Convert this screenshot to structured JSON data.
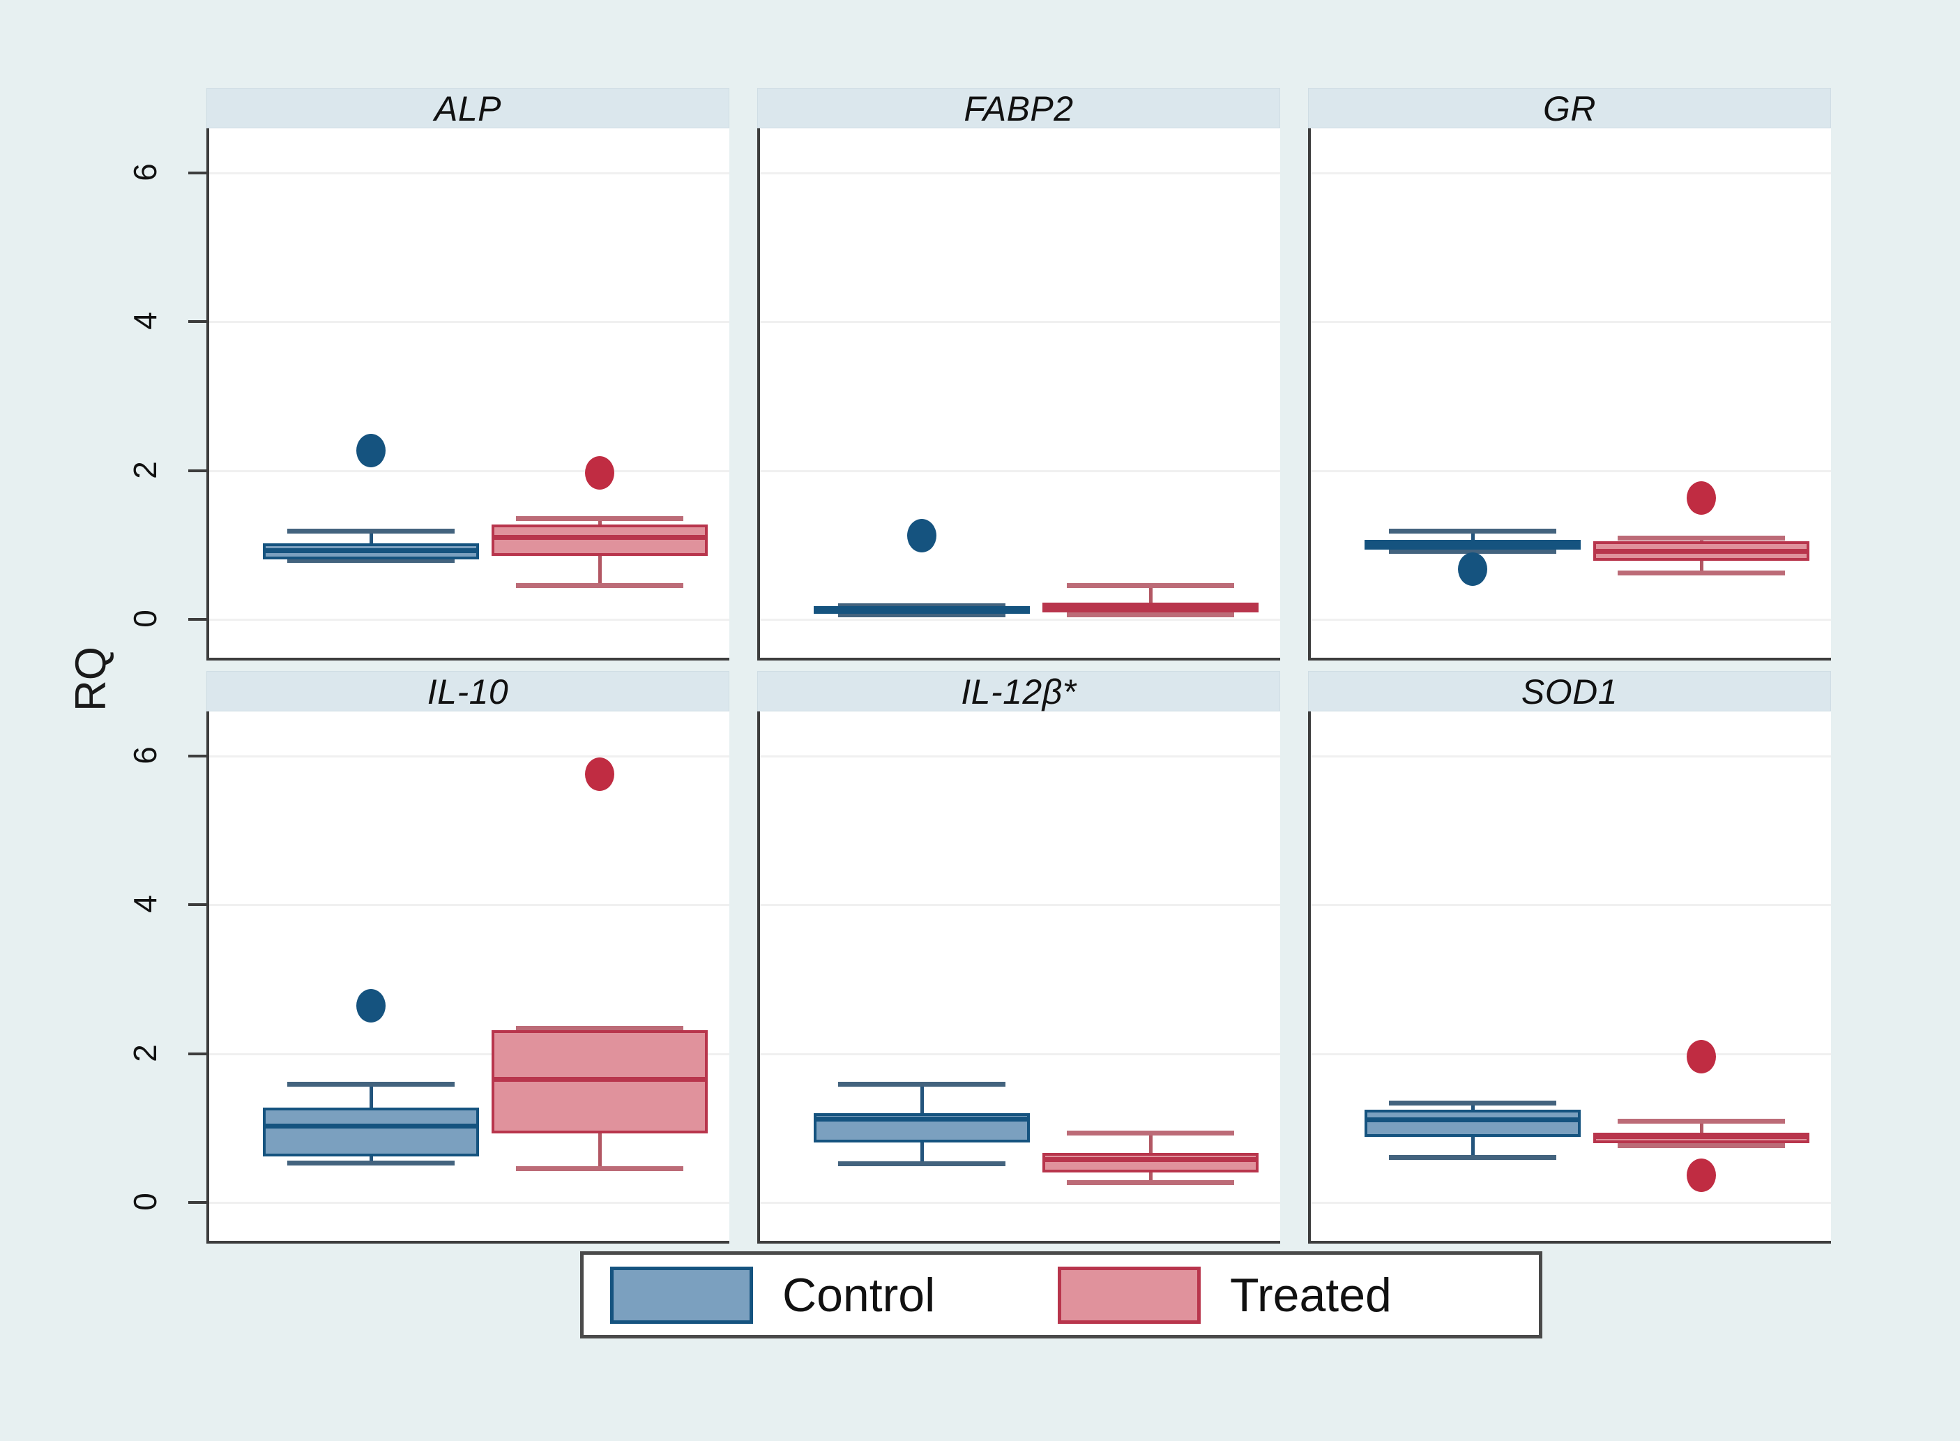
{
  "figure": {
    "background_color": "#e7f0f1",
    "y_axis_label": "RQ",
    "y_ticks": [
      0,
      2,
      4,
      6
    ],
    "y_limits": [
      -0.55,
      6.6
    ]
  },
  "legend": {
    "items": [
      {
        "label": "Control",
        "fill": "#7ba0bf",
        "stroke": "#15537f"
      },
      {
        "label": "Treated",
        "fill": "#e0929c",
        "stroke": "#b8354c"
      }
    ]
  },
  "chart_data": {
    "type": "box",
    "title": "",
    "xlabel": "",
    "ylabel": "RQ",
    "ylim": [
      -0.55,
      6.6
    ],
    "yticks": [
      0,
      2,
      4,
      6
    ],
    "grid": true,
    "legend_position": "bottom",
    "groups": [
      "Control",
      "Treated"
    ],
    "panels": [
      {
        "name": "ALP",
        "row": 0,
        "col": 0,
        "boxes": [
          {
            "group": "Control",
            "min": 0.8,
            "q1": 0.81,
            "median": 0.93,
            "q3": 1.02,
            "max": 1.19,
            "outliers": [
              2.29
            ]
          },
          {
            "group": "Treated",
            "min": 0.46,
            "q1": 0.86,
            "median": 1.11,
            "q3": 1.28,
            "max": 1.36,
            "outliers": [
              1.99
            ]
          }
        ]
      },
      {
        "name": "FABP2",
        "row": 0,
        "col": 1,
        "boxes": [
          {
            "group": "Control",
            "min": 0.07,
            "q1": 0.08,
            "median": 0.14,
            "q3": 0.18,
            "max": 0.19,
            "outliers": [
              1.15
            ]
          },
          {
            "group": "Treated",
            "min": 0.07,
            "q1": 0.1,
            "median": 0.17,
            "q3": 0.23,
            "max": 0.46,
            "outliers": []
          }
        ]
      },
      {
        "name": "GR",
        "row": 0,
        "col": 2,
        "boxes": [
          {
            "group": "Control",
            "min": 0.92,
            "q1": 0.94,
            "median": 1.01,
            "q3": 1.07,
            "max": 1.19,
            "outliers": [
              0.7
            ]
          },
          {
            "group": "Treated",
            "min": 0.63,
            "q1": 0.79,
            "median": 0.92,
            "q3": 1.05,
            "max": 1.1,
            "outliers": [
              1.65
            ]
          }
        ]
      },
      {
        "name": "IL-10",
        "row": 1,
        "col": 0,
        "boxes": [
          {
            "group": "Control",
            "min": 0.54,
            "q1": 0.62,
            "median": 1.03,
            "q3": 1.28,
            "max": 1.6,
            "outliers": [
              2.66
            ]
          },
          {
            "group": "Treated",
            "min": 0.46,
            "q1": 0.93,
            "median": 1.66,
            "q3": 2.32,
            "max": 2.35,
            "outliers": [
              5.78
            ]
          }
        ]
      },
      {
        "name": "IL-12β*",
        "row": 1,
        "col": 1,
        "boxes": [
          {
            "group": "Control",
            "min": 0.53,
            "q1": 0.81,
            "median": 1.13,
            "q3": 1.2,
            "max": 1.6,
            "outliers": []
          },
          {
            "group": "Treated",
            "min": 0.27,
            "q1": 0.41,
            "median": 0.58,
            "q3": 0.67,
            "max": 0.94,
            "outliers": []
          }
        ]
      },
      {
        "name": "SOD1",
        "row": 1,
        "col": 2,
        "boxes": [
          {
            "group": "Control",
            "min": 0.61,
            "q1": 0.88,
            "median": 1.12,
            "q3": 1.25,
            "max": 1.34,
            "outliers": []
          },
          {
            "group": "Treated",
            "min": 0.77,
            "q1": 0.8,
            "median": 0.89,
            "q3": 0.94,
            "max": 1.1,
            "outliers": [
              1.98,
              0.39
            ]
          }
        ]
      }
    ]
  }
}
